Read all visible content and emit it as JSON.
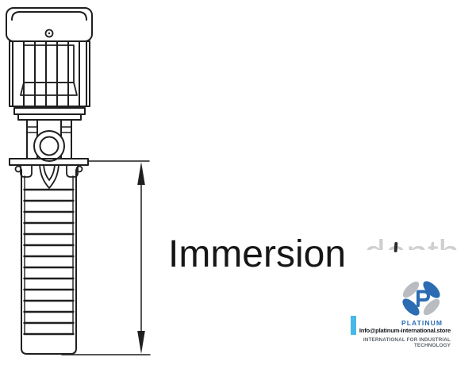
{
  "drawing": {
    "dimension_label": "Immersion",
    "dimension_label_faded": "depth",
    "line_color": "#1f1f1f",
    "pump": {
      "stage_line_count": 14
    }
  },
  "watermark": {
    "brand": "PLATINUM",
    "email": "Info@platinum-international.store",
    "tagline": "INTERNATIONAL FOR INDUSTRIAL TECHNOLOGY",
    "brand_color": "#2b6cb3",
    "logo_gray": "#b9bcc0",
    "accent_bar_color": "#47b9e6"
  }
}
